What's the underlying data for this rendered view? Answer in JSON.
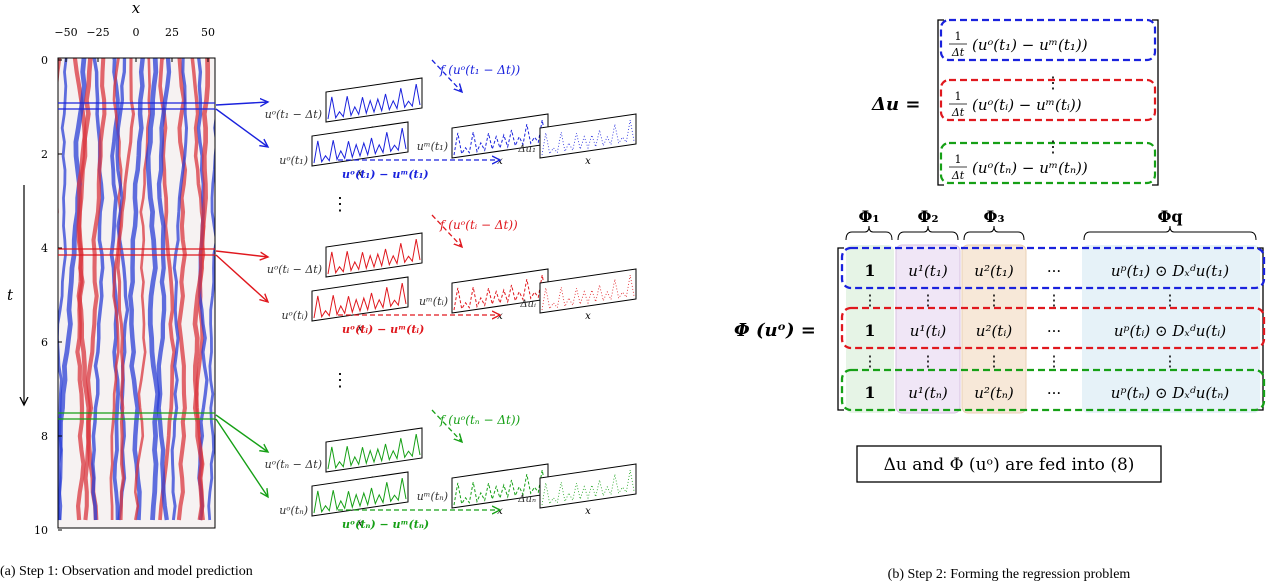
{
  "colors": {
    "blue": "#1a22dd",
    "red": "#e0181e",
    "green": "#16a016",
    "black": "#000000",
    "col1_bg": "#e6f4e6",
    "col2_bg": "#f0e6f6",
    "col3_bg": "#f7e8d8",
    "colq_bg": "#e6f2f8"
  },
  "panel_a": {
    "caption": "(a) Step 1: Observation and model prediction",
    "x_axis_label": "x",
    "x_ticks": [
      "−50",
      "−25",
      "0",
      "25",
      "50"
    ],
    "t_axis_label": "t",
    "t_ticks": [
      "0",
      "2",
      "4",
      "6",
      "8",
      "10"
    ],
    "ellipsis": "⋮",
    "x_label": "x",
    "groups": [
      {
        "index": "1",
        "obs_shift_label": "uᵒ(t₁ − Δt)",
        "obs_label": "uᵒ(t₁)",
        "model_label": "uᵐ(t₁)",
        "f_label": "f (uᵒ(t₁ − Δt))",
        "diff_label": "uᵒ(t₁) − uᵐ(t₁)",
        "delta_label": "Δu₁"
      },
      {
        "index": "i",
        "obs_shift_label": "uᵒ(tᵢ − Δt)",
        "obs_label": "uᵒ(tᵢ)",
        "model_label": "uᵐ(tᵢ)",
        "f_label": "f (uᵒ(tᵢ − Δt))",
        "diff_label": "uᵒ(tᵢ) − uᵐ(tᵢ)",
        "delta_label": "Δuᵢ"
      },
      {
        "index": "n",
        "obs_shift_label": "uᵒ(tₙ − Δt)",
        "obs_label": "uᵒ(tₙ)",
        "model_label": "uᵐ(tₙ)",
        "f_label": "f (uᵒ(tₙ − Δt))",
        "diff_label": "uᵒ(tₙ) − uᵐ(tₙ)",
        "delta_label": "Δuₙ"
      }
    ]
  },
  "panel_b": {
    "caption": "(b) Step 2: Forming the regression problem",
    "delta_u_lhs": "Δu =",
    "delta_u_rows": [
      "(uᵒ(t₁) − uᵐ(t₁))",
      "(uᵒ(tᵢ) − uᵐ(tᵢ))",
      "(uᵒ(tₙ) − uᵐ(tₙ))"
    ],
    "frac_num": "1",
    "frac_den": "Δt",
    "phi_lhs": "Φ (uᵒ) =",
    "phi_headers": [
      "Φ₁",
      "Φ₂",
      "Φ₃",
      "Φq"
    ],
    "phi_rows": [
      {
        "c1": "1",
        "c2": "u¹(t₁)",
        "c3": "u²(t₁)",
        "cq": "uᵖ(t₁) ⊙ Dₓᵈu(t₁)"
      },
      {
        "c1": "1",
        "c2": "u¹(tᵢ)",
        "c3": "u²(tᵢ)",
        "cq": "uᵖ(tᵢ) ⊙ Dₓᵈu(tᵢ)"
      },
      {
        "c1": "1",
        "c2": "u¹(tₙ)",
        "c3": "u²(tₙ)",
        "cq": "uᵖ(tₙ) ⊙ Dₓᵈu(tₙ)"
      }
    ],
    "hdots": "···",
    "vdots": "⋮",
    "fed_box_text": "Δu and Φ (uᵒ) are fed into (8)"
  }
}
